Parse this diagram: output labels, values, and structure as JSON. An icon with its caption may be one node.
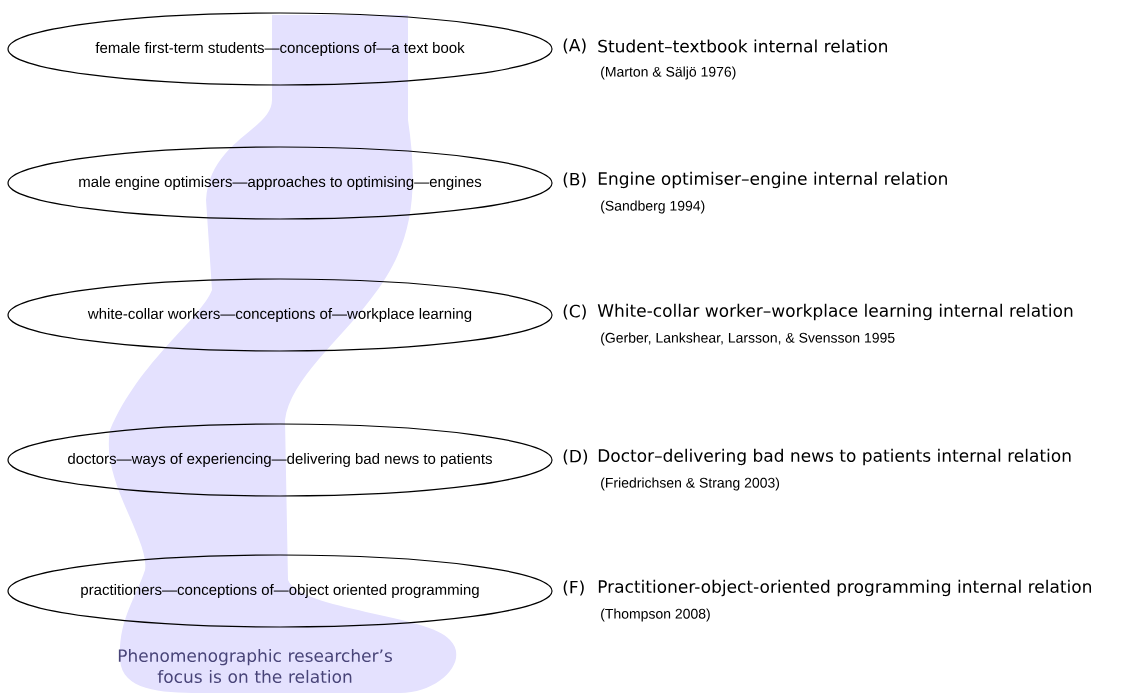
{
  "diagram": {
    "nodes": [
      {
        "text": [
          "female first-term students—conceptions of—a text book"
        ],
        "beside": [
          "(A)",
          "Student–textbook internal relation",
          "(Marton & Säljö 1976)"
        ]
      },
      {
        "text": [
          "male engine optimisers—approaches to optimising—engines"
        ],
        "beside": [
          "(B)",
          "Engine optimiser–engine internal relation",
          "(Sandberg 1994)"
        ]
      },
      {
        "text": [
          "white-collar workers—conceptions of—workplace learning"
        ],
        "beside": [
          "(C)",
          "White-collar worker–workplace learning internal relation",
          "(Gerber, Lankshear, Larsson, & Svensson 1995"
        ]
      },
      {
        "text": [
          "doctors—ways of experiencing—delivering bad news to patients"
        ],
        "beside": [
          "(D)",
          "Doctor–delivering bad news to patients internal relation",
          "(Friedrichsen & Strang 2003)"
        ]
      },
      {
        "text": [
          "practitioners—conceptions of—object oriented programming"
        ],
        "beside": [
          "(F)",
          "Practitioner-object-oriented programming internal relation",
          "(Thompson 2008)"
        ]
      },
      {
        "text": [
          "Phenomenographic researcher’s focus is on the relation"
        ]
      }
    ]
  }
}
